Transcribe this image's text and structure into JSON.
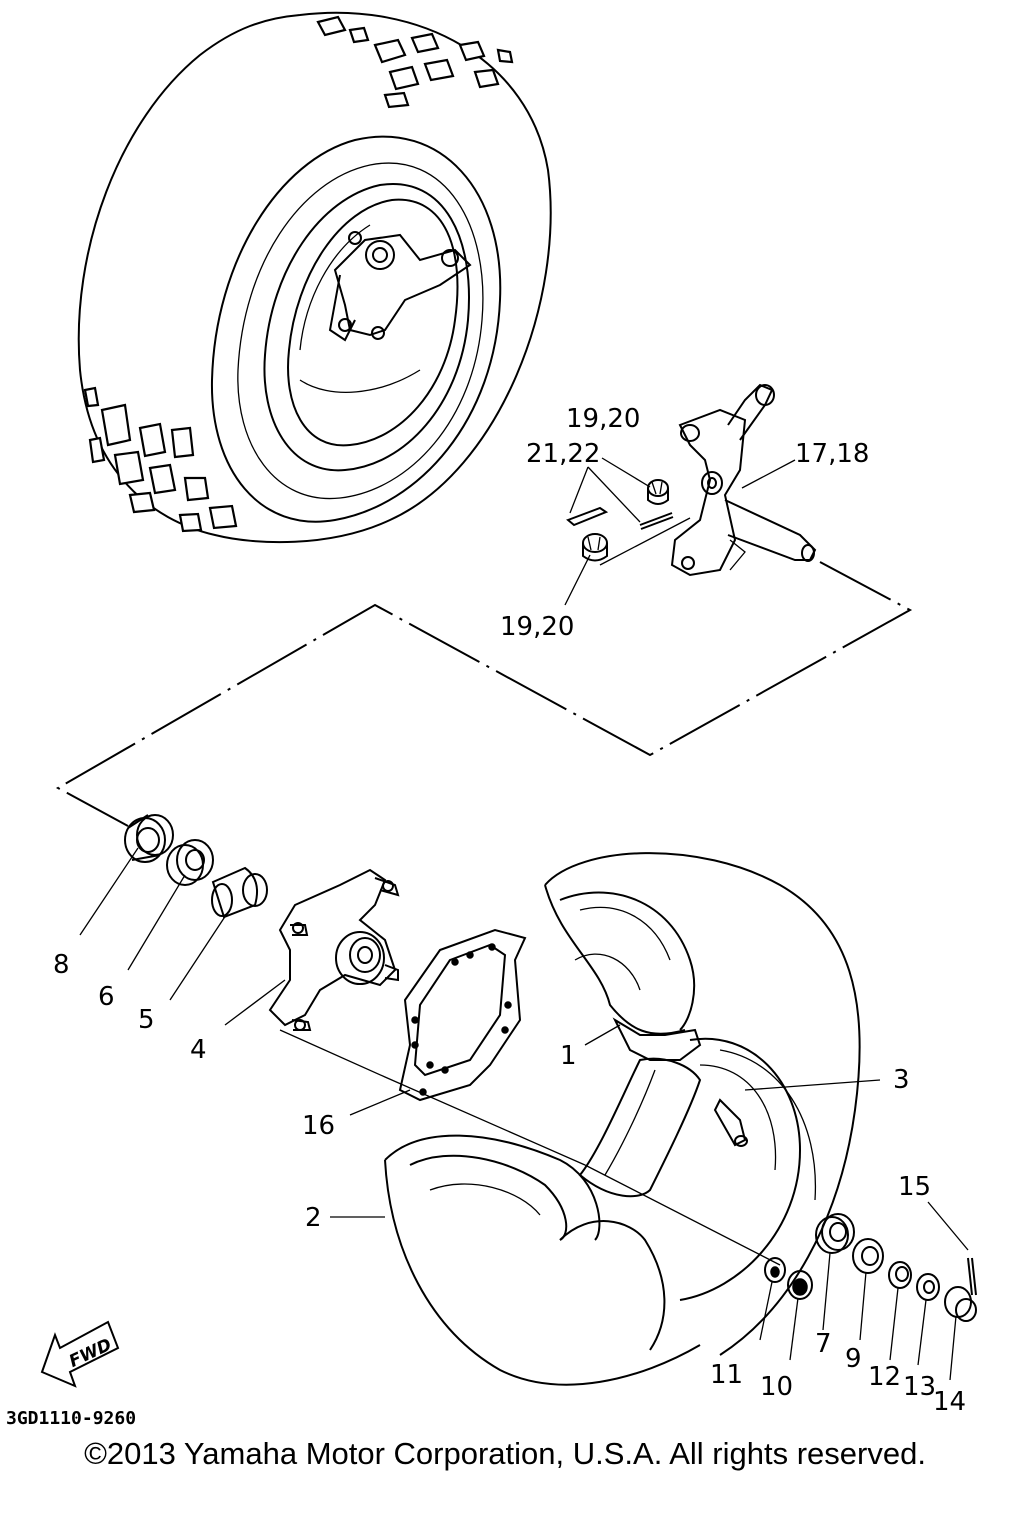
{
  "diagram": {
    "callouts": {
      "c1": "1",
      "c2": "2",
      "c3": "3",
      "c4": "4",
      "c5": "5",
      "c6": "6",
      "c7": "7",
      "c8": "8",
      "c9": "9",
      "c10": "10",
      "c11": "11",
      "c12": "12",
      "c13": "13",
      "c14": "14",
      "c15": "15",
      "c16": "16",
      "c17_18": "17,18",
      "c19_20_top": "19,20",
      "c19_20_bottom": "19,20",
      "c21_22": "21,22"
    },
    "fwd_label": "FWD",
    "drawing_code": "3GD1110-9260"
  },
  "footer": {
    "copyright": "©2013 Yamaha Motor Corporation, U.S.A. All rights reserved."
  },
  "icons": [
    "fwd-arrow-icon"
  ]
}
